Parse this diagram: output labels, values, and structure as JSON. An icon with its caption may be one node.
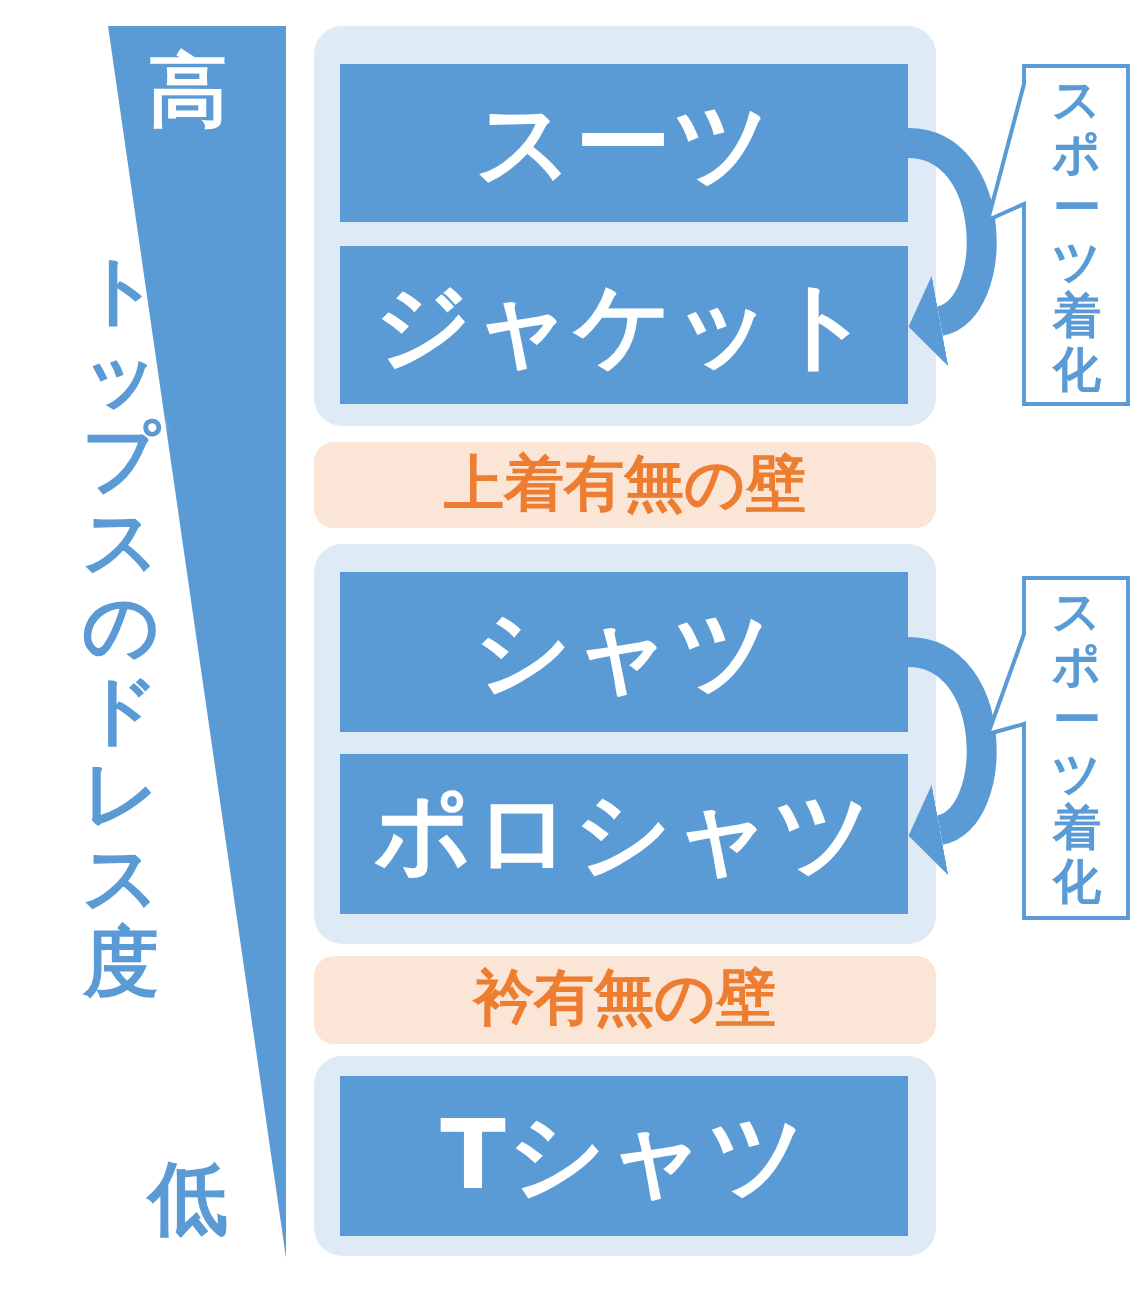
{
  "diagram": {
    "nodes": [
      {
        "text": [
          "高"
        ]
      },
      {
        "text": [],
        "shape": "box"
      },
      {
        "text": [
          "スーツ"
        ],
        "in": 1
      },
      {
        "text": [
          "ジャケット"
        ],
        "in": 1
      },
      {
        "text": [
          "スポーツ着化"
        ]
      },
      {
        "text": [
          "上着有無の壁"
        ]
      },
      {
        "text": [],
        "shape": "box"
      },
      {
        "text": [
          "シャツ"
        ],
        "in": 6
      },
      {
        "text": [
          "ポロシャツ"
        ],
        "in": 6
      },
      {
        "text": [
          "スポーツ着化"
        ]
      },
      {
        "text": [
          "衿有無の壁"
        ]
      },
      {
        "text": [],
        "shape": "box"
      },
      {
        "text": [
          "Tシャツ"
        ],
        "in": 11
      }
    ],
    "edges": [
      {
        "from": 2,
        "to": 3,
        "arrow": "to"
      },
      {
        "from": 7,
        "to": 8,
        "arrow": "to"
      }
    ],
    "labels": [
      "トップスのドレス度",
      "低"
    ]
  }
}
